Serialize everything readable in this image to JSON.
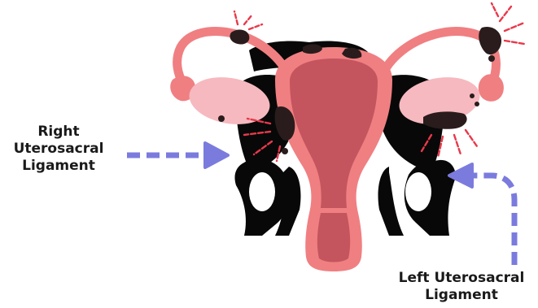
{
  "labels": {
    "right_line1": "Right",
    "right_line2": "Uterosacral",
    "right_line3": "Ligament",
    "left_line1": "Left Uterosacral",
    "left_line2": "Ligament"
  },
  "colors": {
    "uterus_pink": "#f07f82",
    "uterus_inner": "#c4555e",
    "ovary": "#f6b9bf",
    "pelvis": "#080808",
    "endometriosis": "#2a1c1c",
    "pain_marks": "#e8394a",
    "arrow": "#7b7bde"
  }
}
